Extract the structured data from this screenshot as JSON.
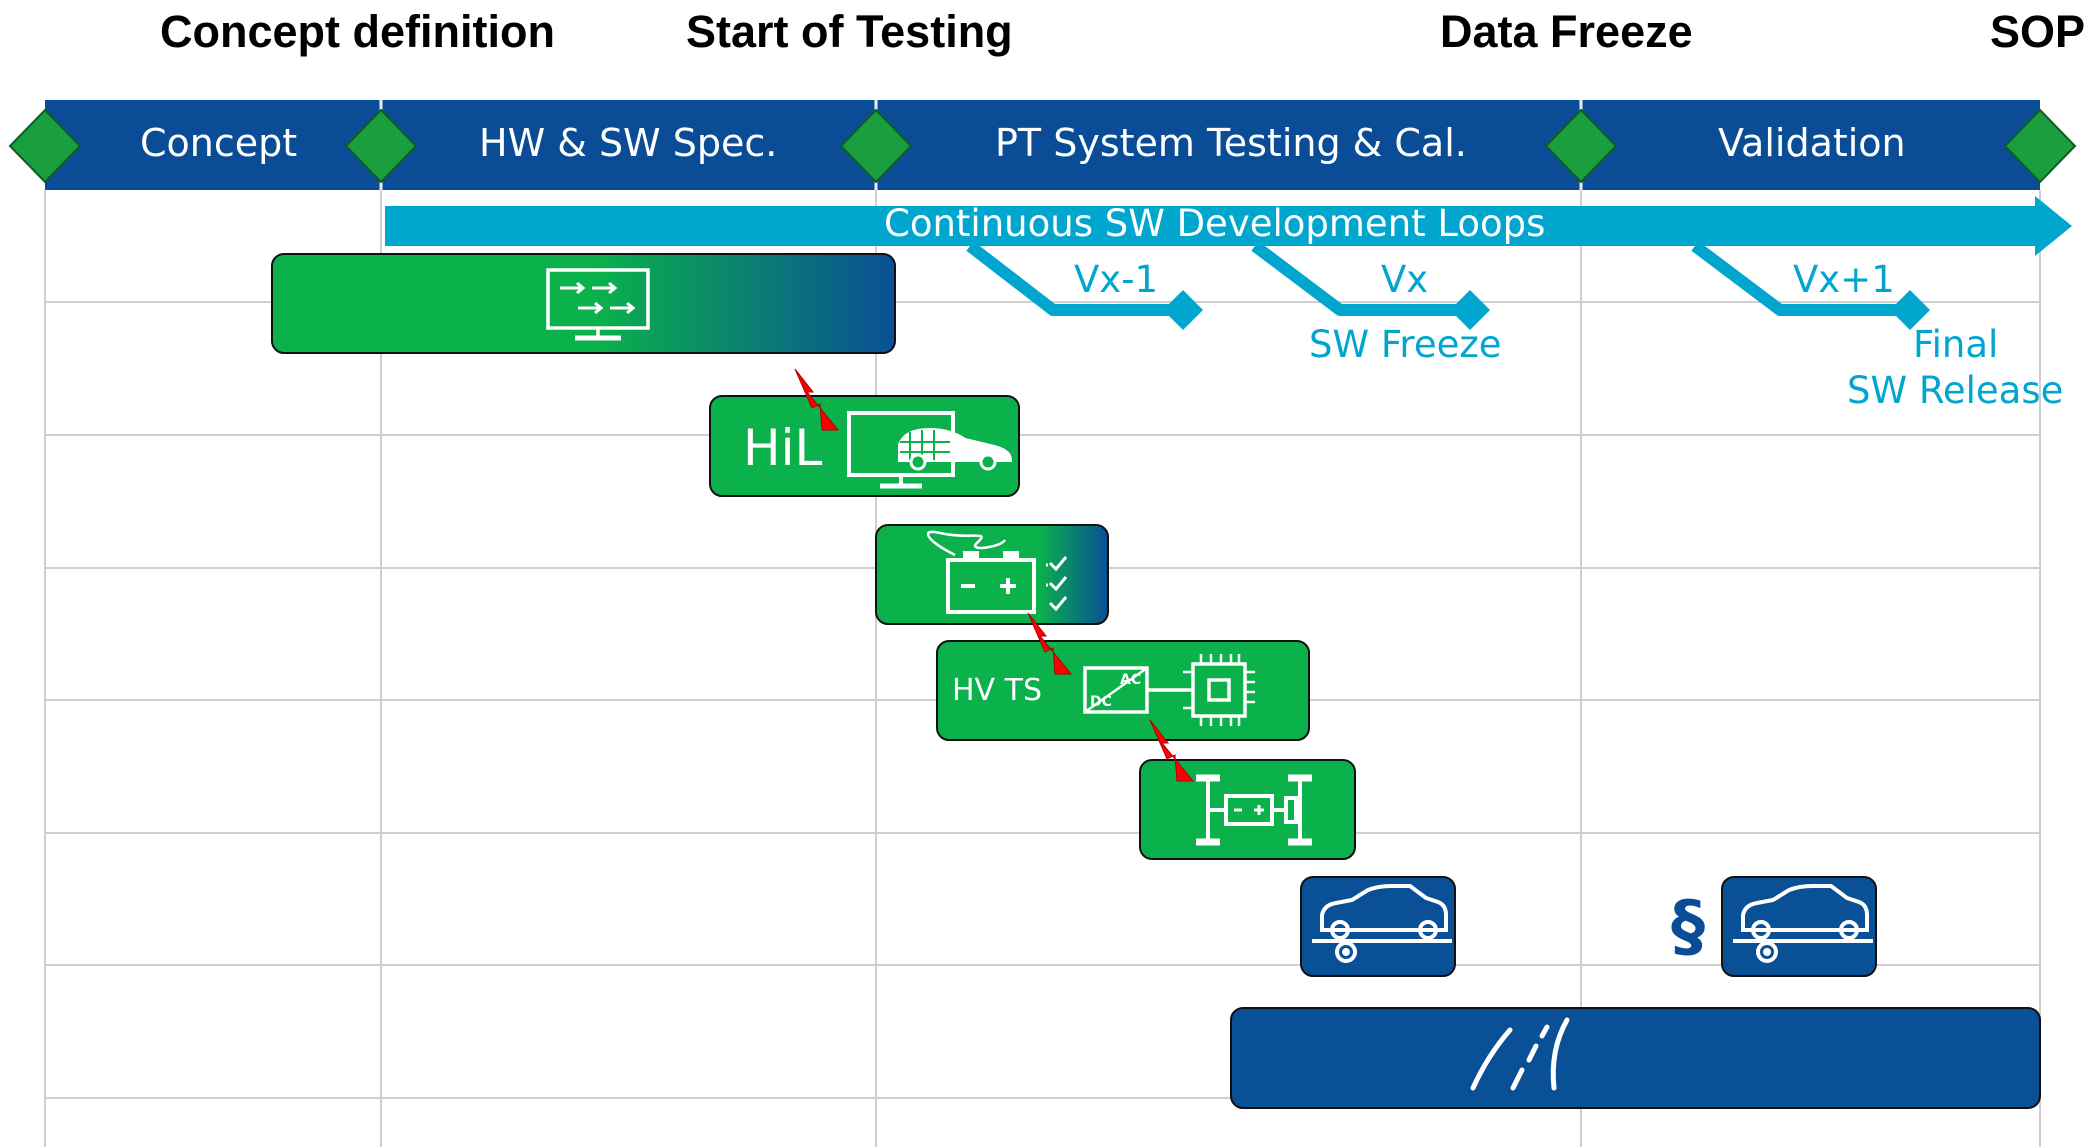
{
  "milestones": [
    {
      "label": "Concept definition"
    },
    {
      "label": "Start of Testing"
    },
    {
      "label": "Data Freeze"
    },
    {
      "label": "SOP"
    }
  ],
  "phases": [
    {
      "label": "Concept"
    },
    {
      "label": "HW & SW Spec."
    },
    {
      "label": "PT System Testing & Cal."
    },
    {
      "label": "Validation"
    }
  ],
  "loops": {
    "title": "Continuous SW Development Loops",
    "branches": [
      {
        "label": "Vx-1",
        "caption": ""
      },
      {
        "label": "Vx",
        "caption": "SW Freeze"
      },
      {
        "label": "Vx+1",
        "caption_line1": "Final",
        "caption_line2": "SW Release"
      }
    ]
  },
  "bars": [
    {
      "name": "simulation",
      "label": "",
      "icon": "simulation-monitor-icon"
    },
    {
      "name": "hil",
      "label": "HiL",
      "icon": "hil-monitor-car-icon"
    },
    {
      "name": "battery-test",
      "label": "",
      "icon": "battery-checklist-icon"
    },
    {
      "name": "hv-ts",
      "label": "HV TS",
      "icon": "dcac-chip-icon"
    },
    {
      "name": "powertrain-test",
      "label": "",
      "icon": "powertrain-bench-icon"
    },
    {
      "name": "vehicle-dyno",
      "label": "",
      "icon": "car-dyno-icon"
    },
    {
      "name": "homologation",
      "label": "§",
      "icon": "car-dyno-icon"
    },
    {
      "name": "road-test",
      "label": "",
      "icon": "road-icon"
    }
  ],
  "colors": {
    "phase_bar": "#0a4d96",
    "milestone": "#1b9e3e",
    "loop_arrow": "#00a6ce",
    "green_bar": "#0bb14b",
    "blue_bar": "#0a5096",
    "warning_bolt": "#ff0000",
    "grid": "#cfcfcf"
  }
}
